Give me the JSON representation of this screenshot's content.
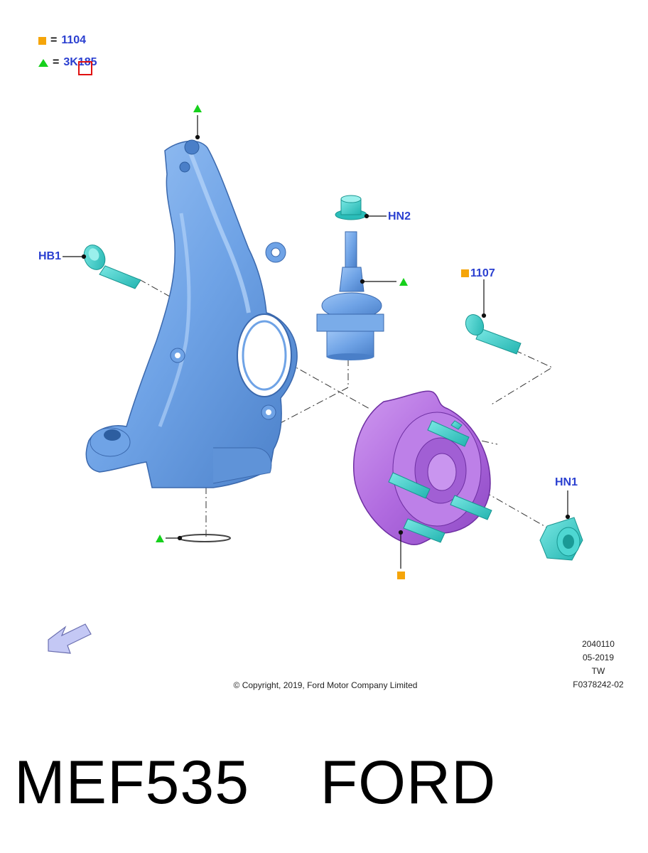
{
  "legend": [
    {
      "symbol": "square",
      "equals": "=",
      "code": "1104"
    },
    {
      "symbol": "triangle",
      "equals": "=",
      "code": "3K185"
    }
  ],
  "callouts": {
    "hn2": "HN2",
    "hb1": "HB1",
    "p1107": "1107",
    "hn1": "HN1"
  },
  "colors": {
    "label_blue": "#2a3fd0",
    "square_marker": "#f5a50a",
    "triangle_marker": "#16d01c",
    "knuckle": "#6fa3e6",
    "hub": "#b06adf",
    "fastener": "#3ad0cc"
  },
  "meta": {
    "line1": "2040110",
    "line2": "05-2019",
    "line3": "TW",
    "line4": "F0378242-02"
  },
  "copyright": "© Copyright, 2019, Ford Motor Company Limited",
  "title": "MEF535    FORD"
}
